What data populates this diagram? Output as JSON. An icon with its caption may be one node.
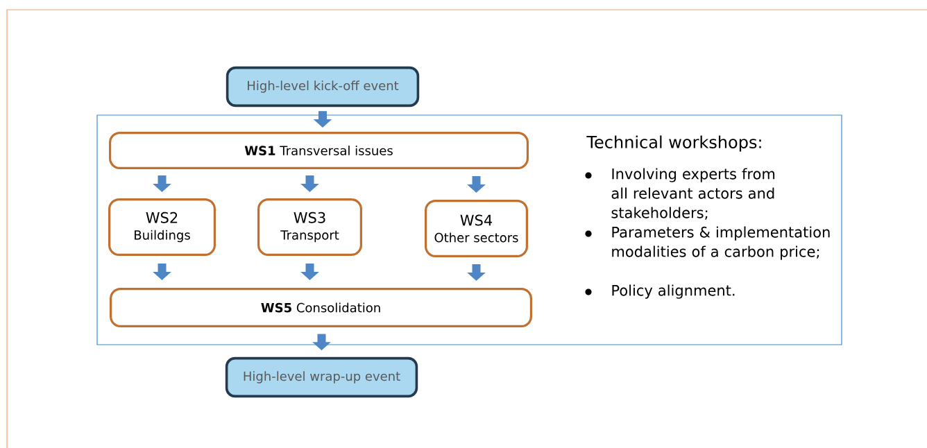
{
  "diagram": {
    "nodes": [
      {
        "text": [
          "High-level kick-off event"
        ]
      },
      {
        "text": [
          "Technical workshops:",
          "Involving experts from all relevant actors and stakeholders;",
          "Parameters & implementation modalities of a carbon price;",
          "Policy alignment."
        ]
      },
      {
        "text": [
          "**WS1** Transversal issues"
        ],
        "in": 1
      },
      {
        "text": [
          "WS2",
          "Buildings"
        ],
        "in": 1
      },
      {
        "text": [
          "WS3",
          "Transport"
        ],
        "in": 1
      },
      {
        "text": [
          "WS4",
          "Other sectors"
        ],
        "in": 1
      },
      {
        "text": [
          "**WS5** Consolidation"
        ],
        "in": 1
      },
      {
        "text": [
          "High-level wrap-up event"
        ]
      }
    ],
    "edges": [
      {
        "from": 0,
        "to": 2,
        "arrow": "to"
      },
      {
        "from": 2,
        "to": 3,
        "arrow": "to"
      },
      {
        "from": 2,
        "to": 4,
        "arrow": "to"
      },
      {
        "from": 2,
        "to": 5,
        "arrow": "to"
      },
      {
        "from": 3,
        "to": 6,
        "arrow": "to"
      },
      {
        "from": 4,
        "to": 6,
        "arrow": "to"
      },
      {
        "from": 5,
        "to": 6,
        "arrow": "to"
      },
      {
        "from": 6,
        "to": 7,
        "arrow": "to"
      }
    ]
  }
}
